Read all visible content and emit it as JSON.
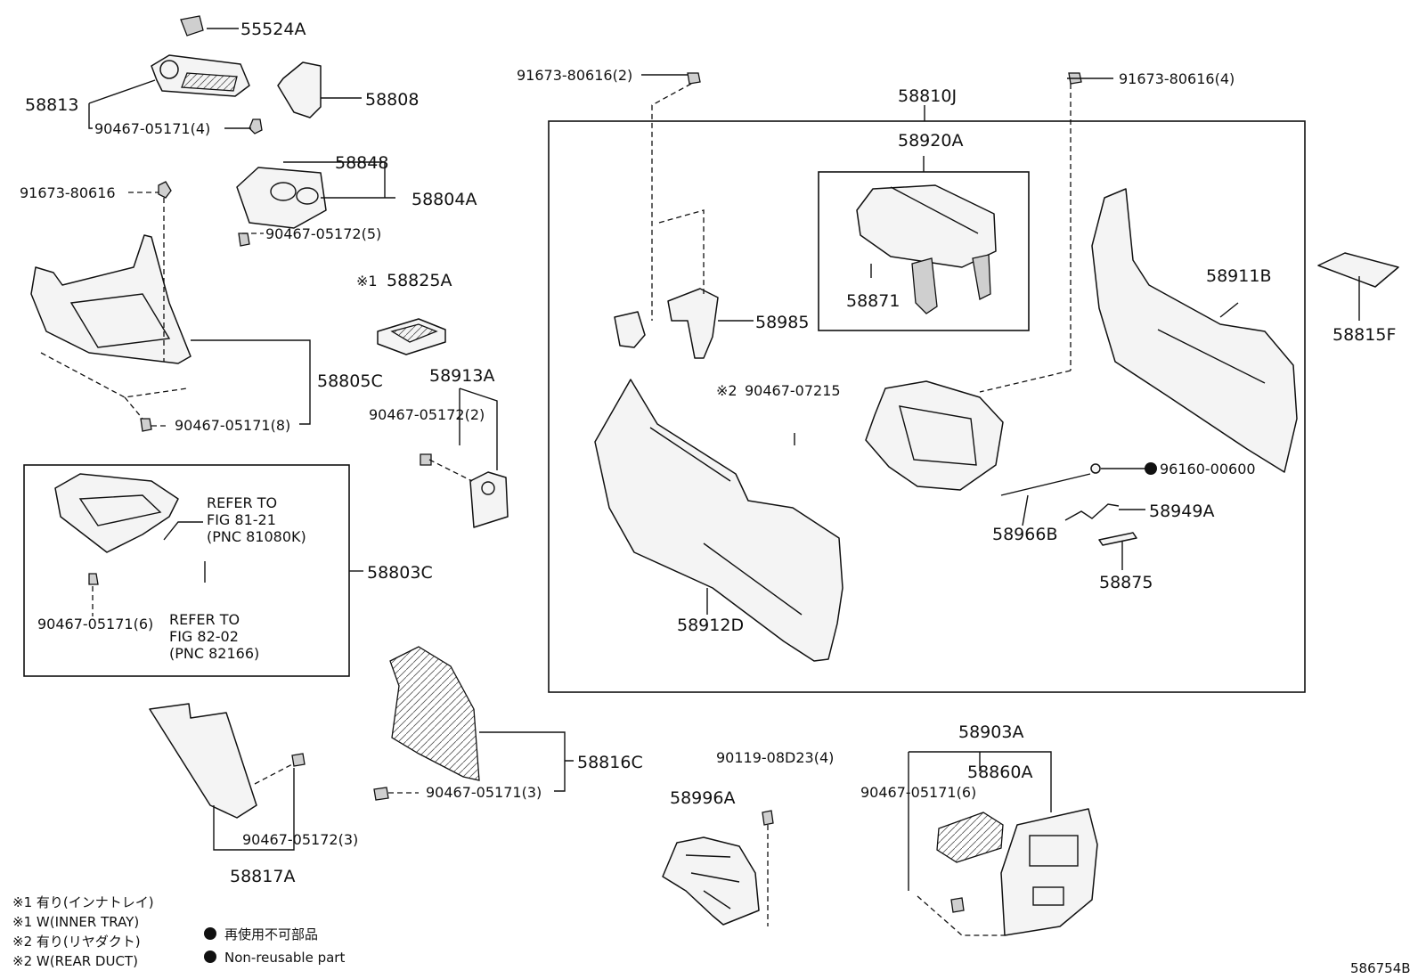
{
  "parts": {
    "p55524A": "55524A",
    "p58813": "58813",
    "p58808": "58808",
    "p90467_05171_4": "90467-05171(4)",
    "p58848": "58848",
    "p58804A": "58804A",
    "p90467_05172_5": "90467-05172(5)",
    "p91673_80616": "91673-80616",
    "p58825A": "58825A",
    "p58805C": "58805C",
    "p90467_05171_8": "90467-05171(8)",
    "p58913A": "58913A",
    "p90467_05172_2": "90467-05172(2)",
    "p58803C": "58803C",
    "p90467_05171_6a": "90467-05171(6)",
    "p58817A": "58817A",
    "p90467_05172_3": "90467-05172(3)",
    "p58816C": "58816C",
    "p90467_05171_3": "90467-05171(3)",
    "p58996A": "58996A",
    "p90119_08D23_4": "90119-08D23(4)",
    "p58903A": "58903A",
    "p58860A": "58860A",
    "p90467_05171_6b": "90467-05171(6)",
    "p91673_80616_2": "91673-80616(2)",
    "p91673_80616_4": "91673-80616(4)",
    "p58810J": "58810J",
    "p58920A": "58920A",
    "p58871": "58871",
    "p58985": "58985",
    "p90467_07215": "90467-07215",
    "p58911B": "58911B",
    "p58815F": "58815F",
    "p96160_00600": "96160-00600",
    "p58949A": "58949A",
    "p58966B": "58966B",
    "p58875": "58875",
    "p58912D": "58912D"
  },
  "marks": {
    "m1": "※1",
    "m2": "※2"
  },
  "refs": {
    "ref1_line1": "REFER TO",
    "ref1_line2": "FIG 81-21",
    "ref1_line3": "(PNC 81080K)",
    "ref2_line1": "REFER TO",
    "ref2_line2": "FIG 82-02",
    "ref2_line3": "(PNC 82166)"
  },
  "notes": {
    "n1": "※1 有り(インナトレイ)",
    "n2": "※1 W(INNER TRAY)",
    "n3": "※2 有り(リヤダクト)",
    "n4": "※2 W(REAR DUCT)"
  },
  "legend": {
    "jp": "再使用不可部品",
    "en": "Non-reusable part"
  },
  "figure_id": "586754B"
}
